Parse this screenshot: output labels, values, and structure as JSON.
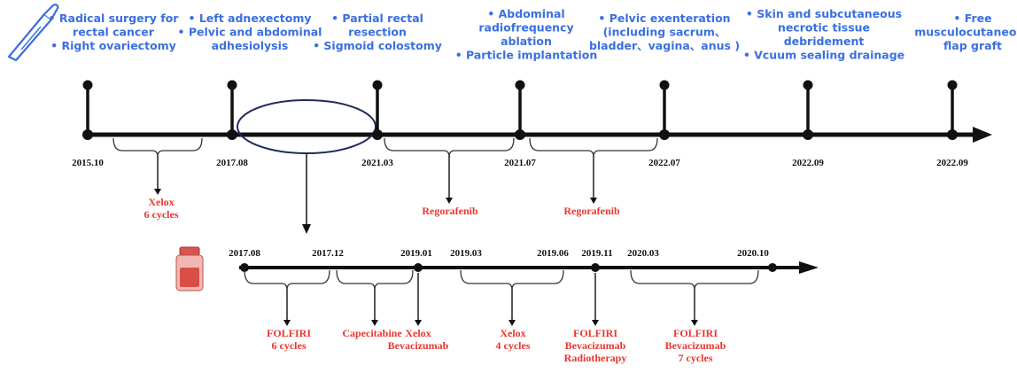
{
  "colors": {
    "surgery_text": "#3a6fe0",
    "drug_text": "#e8362e",
    "axis": "#111111"
  },
  "icons": {
    "surgery": "scalpel-icon",
    "medication": "medicine-bottle-icon"
  },
  "main_timeline": {
    "dates": [
      "2015.10",
      "2017.08",
      "2021.03",
      "2021.07",
      "2022.07",
      "2022.09",
      "2022.09"
    ],
    "surgeries": [
      {
        "lines": [
          "• Radical surgery for",
          "rectal cancer",
          "• Right ovariectomy"
        ]
      },
      {
        "lines": [
          "• Left adnexectomy",
          "• Pelvic and abdominal",
          "adhesiolysis"
        ]
      },
      {
        "lines": [
          "• Partial rectal",
          "resection",
          "• Sigmoid colostomy"
        ]
      },
      {
        "lines": [
          "• Abdominal",
          "radiofrequency",
          "ablation",
          "• Particle implantation"
        ]
      },
      {
        "lines": [
          "• Pelvic exenteration",
          "(including sacrum、",
          "bladder、vagina、anus )"
        ]
      },
      {
        "lines": [
          "• Skin and subcutaneous",
          "necrotic tissue",
          "debridement",
          "• Vcuum sealing drainage"
        ]
      },
      {
        "lines": [
          "• Free",
          "musculocutaneous",
          "flap graft"
        ]
      }
    ],
    "treatments": [
      {
        "lines": [
          "Xelox",
          "6 cycles"
        ]
      },
      {
        "lines": [
          "Regorafenib"
        ]
      },
      {
        "lines": [
          "Regorafenib"
        ]
      }
    ]
  },
  "sub_timeline": {
    "dates": [
      "2017.08",
      "2017.12",
      "2019.01",
      "2019.03",
      "2019.06",
      "2019.11",
      "2020.03",
      "2020.10"
    ],
    "treatments": [
      {
        "lines": [
          "FOLFIRI",
          "6 cycles"
        ]
      },
      {
        "lines": [
          "Capecitabine"
        ]
      },
      {
        "lines": [
          "Xelox",
          "Bevacizumab"
        ]
      },
      {
        "lines": [
          "Xelox",
          "4 cycles"
        ]
      },
      {
        "lines": [
          "FOLFIRI",
          "Bevacizumab",
          "Radiotherapy"
        ]
      },
      {
        "lines": [
          "FOLFIRI",
          "Bevacizumab",
          "7 cycles"
        ]
      }
    ]
  }
}
